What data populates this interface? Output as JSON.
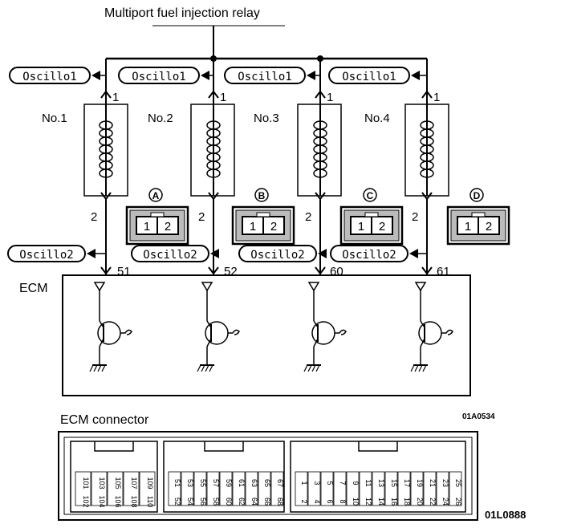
{
  "title": "Multiport fuel injection relay",
  "oscillo1": "Oscillo1",
  "oscillo2": "Oscillo2",
  "injectors": [
    {
      "name": "No.1",
      "connector": "A",
      "terminal": "51"
    },
    {
      "name": "No.2",
      "connector": "B",
      "terminal": "52"
    },
    {
      "name": "No.3",
      "connector": "C",
      "terminal": "60"
    },
    {
      "name": "No.4",
      "connector": "D",
      "terminal": "61"
    }
  ],
  "pin1": "1",
  "pin2": "2",
  "ecm_label": "ECM",
  "ecm_connector_label": "ECM connector",
  "figure_code_1": "01A0534",
  "figure_code_2": "01L0888",
  "connector_group1": [
    "101",
    "102",
    "103",
    "104",
    "105",
    "106",
    "107",
    "108",
    "109",
    "110"
  ],
  "connector_group2": [
    "51",
    "52",
    "53",
    "54",
    "55",
    "56",
    "57",
    "58",
    "59",
    "60",
    "61",
    "62",
    "63",
    "64",
    "65",
    "66",
    "67",
    "68"
  ],
  "connector_group3": [
    "1",
    "2",
    "3",
    "4",
    "5",
    "6",
    "7",
    "8",
    "9",
    "10",
    "11",
    "12",
    "13",
    "14",
    "15",
    "16",
    "17",
    "18",
    "19",
    "20",
    "21",
    "22",
    "23",
    "24",
    "25",
    "26"
  ]
}
